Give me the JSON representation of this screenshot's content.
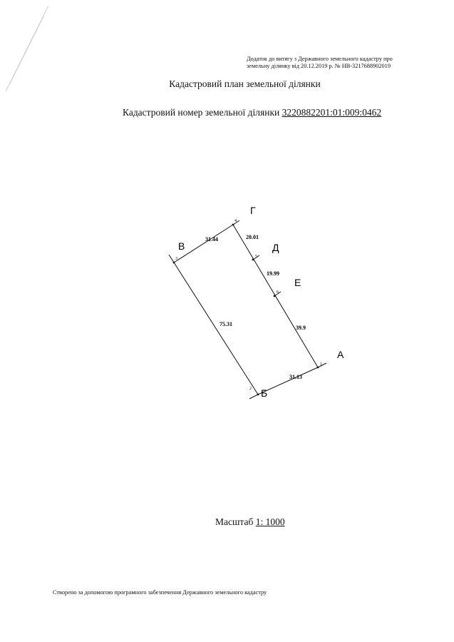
{
  "appendix": {
    "line1": "Додаток до витягу з Державного земельного кадастру про",
    "line2": "земельну ділянку від 20.12.2019 р. № НВ-3217688902019"
  },
  "title": "Кадастровий план земельної ділянки",
  "cadastral": {
    "label": "Кадастровий номер земельної ділянки",
    "number": "3220882201:01:009:0462"
  },
  "plan": {
    "vertices": [
      "А",
      "Б",
      "В",
      "Г",
      "Д",
      "Е"
    ],
    "point_numbers": [
      "1",
      "2",
      "3",
      "4",
      "5",
      "6"
    ],
    "lengths": {
      "ab": "31.13",
      "bv": "75.31",
      "vg": "31.44",
      "gd": "20.01",
      "de": "19.99",
      "ea": "39.9"
    }
  },
  "scale": {
    "label": "Масштаб",
    "value": "1: 1000"
  },
  "footer": "Створено за допомогою програмного забезпечення Державного земельного кадастру"
}
